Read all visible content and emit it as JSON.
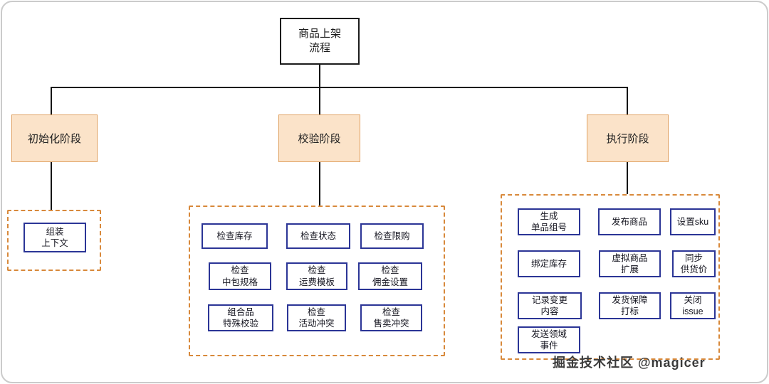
{
  "title": {
    "label": "商品上架\n流程"
  },
  "phases": {
    "init": {
      "label": "初始化阶段"
    },
    "validate": {
      "label": "校验阶段"
    },
    "execute": {
      "label": "执行阶段"
    }
  },
  "init_items": {
    "assemble_context": "组装\n上下文"
  },
  "validate_items": {
    "check_inventory": "检查库存",
    "check_status": "检查状态",
    "check_purchase_limit": "检查限购",
    "check_pack_spec": "检查\n中包规格",
    "check_shipping_template": "检查\n运费模板",
    "check_commission": "检查\n佣金设置",
    "combo_special_check": "组合品\n特殊校验",
    "check_activity_conflict": "检查\n活动冲突",
    "check_sale_conflict": "检查\n售卖冲突"
  },
  "execute_items": {
    "generate_group_no": "生成\n单品组号",
    "publish_product": "发布商品",
    "set_sku": "设置sku",
    "bind_inventory": "绑定库存",
    "virtual_extension": "虚拟商品\n扩展",
    "sync_supply_price": "同步\n供货价",
    "record_changes": "记录变更\n内容",
    "delivery_marking": "发货保障\n打标",
    "close_issue": "关闭\nissue",
    "send_domain_event": "发送领域\n事件"
  },
  "watermark": "掘金技术社区 @magicer",
  "colors": {
    "phase_fill": "#fbe3c9",
    "phase_border": "#e0a263",
    "group_border": "#d8893b",
    "node_border": "#2b3596",
    "line": "#141414"
  }
}
